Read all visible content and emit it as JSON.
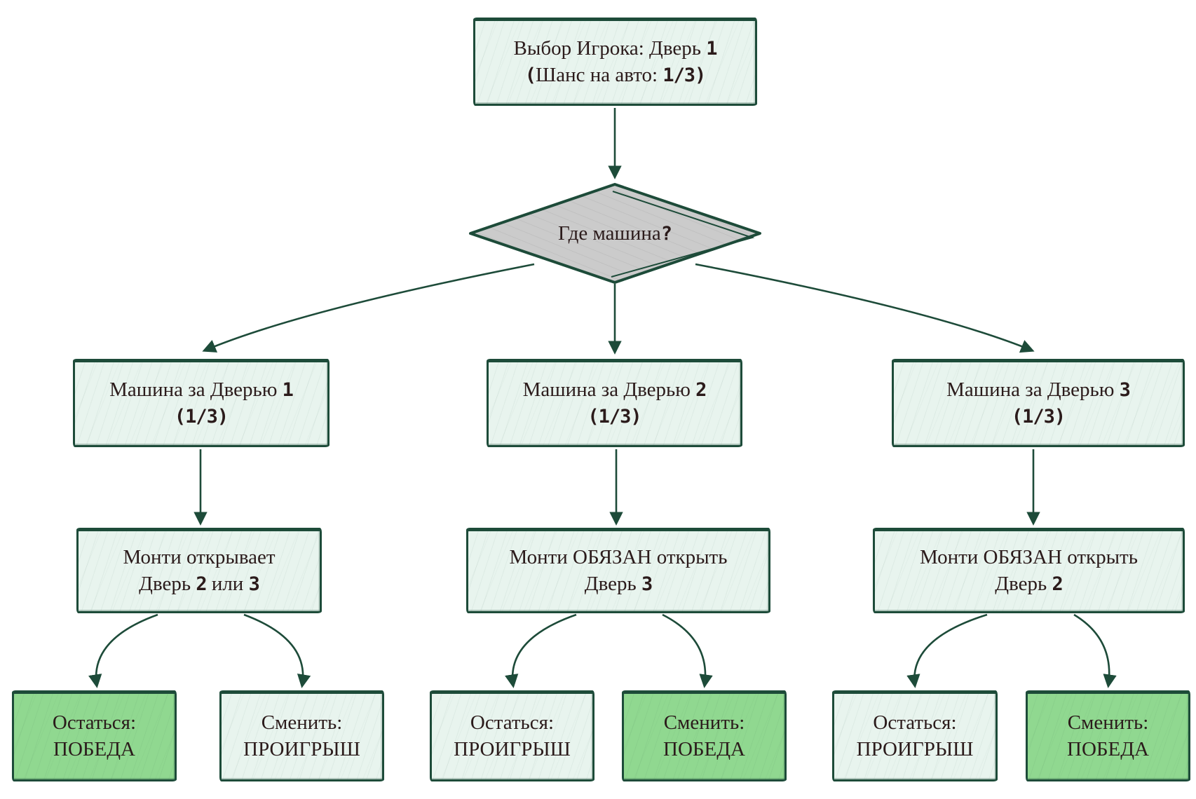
{
  "diagram_title": "Monty Hall decision tree (Russian)",
  "palette": {
    "background": "#ffffff",
    "node_border": "#1d4b39",
    "arrow": "#1d4b39",
    "node_fill_mint": "#e8f4ee",
    "node_fill_win_green": "#90d890",
    "decision_fill_gray": "#cbcbcb",
    "text": "#2b1b1b"
  },
  "nodes": {
    "start": {
      "t1a": "Выбор Игрока: Дверь ",
      "t1b": "1",
      "t2a": "(",
      "t2b": "Шанс на авто: ",
      "t2c": "1/3)"
    },
    "decision": {
      "q": "Где машина",
      "mark": "?"
    },
    "car1": {
      "a": "Машина за Дверью ",
      "n": "1",
      "frac": "(1/3)"
    },
    "car2": {
      "a": "Машина за Дверью ",
      "n": "2",
      "frac": "(1/3)"
    },
    "car3": {
      "a": "Машина за Дверью ",
      "n": "3",
      "frac": "(1/3)"
    },
    "monty1": {
      "l1": "Монти открывает",
      "l2a": "Дверь ",
      "n1": "2",
      "l2b": " или ",
      "n2": "3"
    },
    "monty2": {
      "l1": "Монти ОБЯЗАН открыть",
      "l2a": "Дверь ",
      "n1": "3"
    },
    "monty3": {
      "l1": "Монти ОБЯЗАН открыть",
      "l2a": "Дверь ",
      "n1": "2"
    }
  },
  "leaves": [
    {
      "action": "Остаться:",
      "outcome": "ПОБЕДА",
      "result": "win"
    },
    {
      "action": "Сменить:",
      "outcome": "ПРОИГРЫШ",
      "result": "lose"
    },
    {
      "action": "Остаться:",
      "outcome": "ПРОИГРЫШ",
      "result": "lose"
    },
    {
      "action": "Сменить:",
      "outcome": "ПОБЕДА",
      "result": "win"
    },
    {
      "action": "Остаться:",
      "outcome": "ПРОИГРЫШ",
      "result": "lose"
    },
    {
      "action": "Сменить:",
      "outcome": "ПОБЕДА",
      "result": "win"
    }
  ]
}
